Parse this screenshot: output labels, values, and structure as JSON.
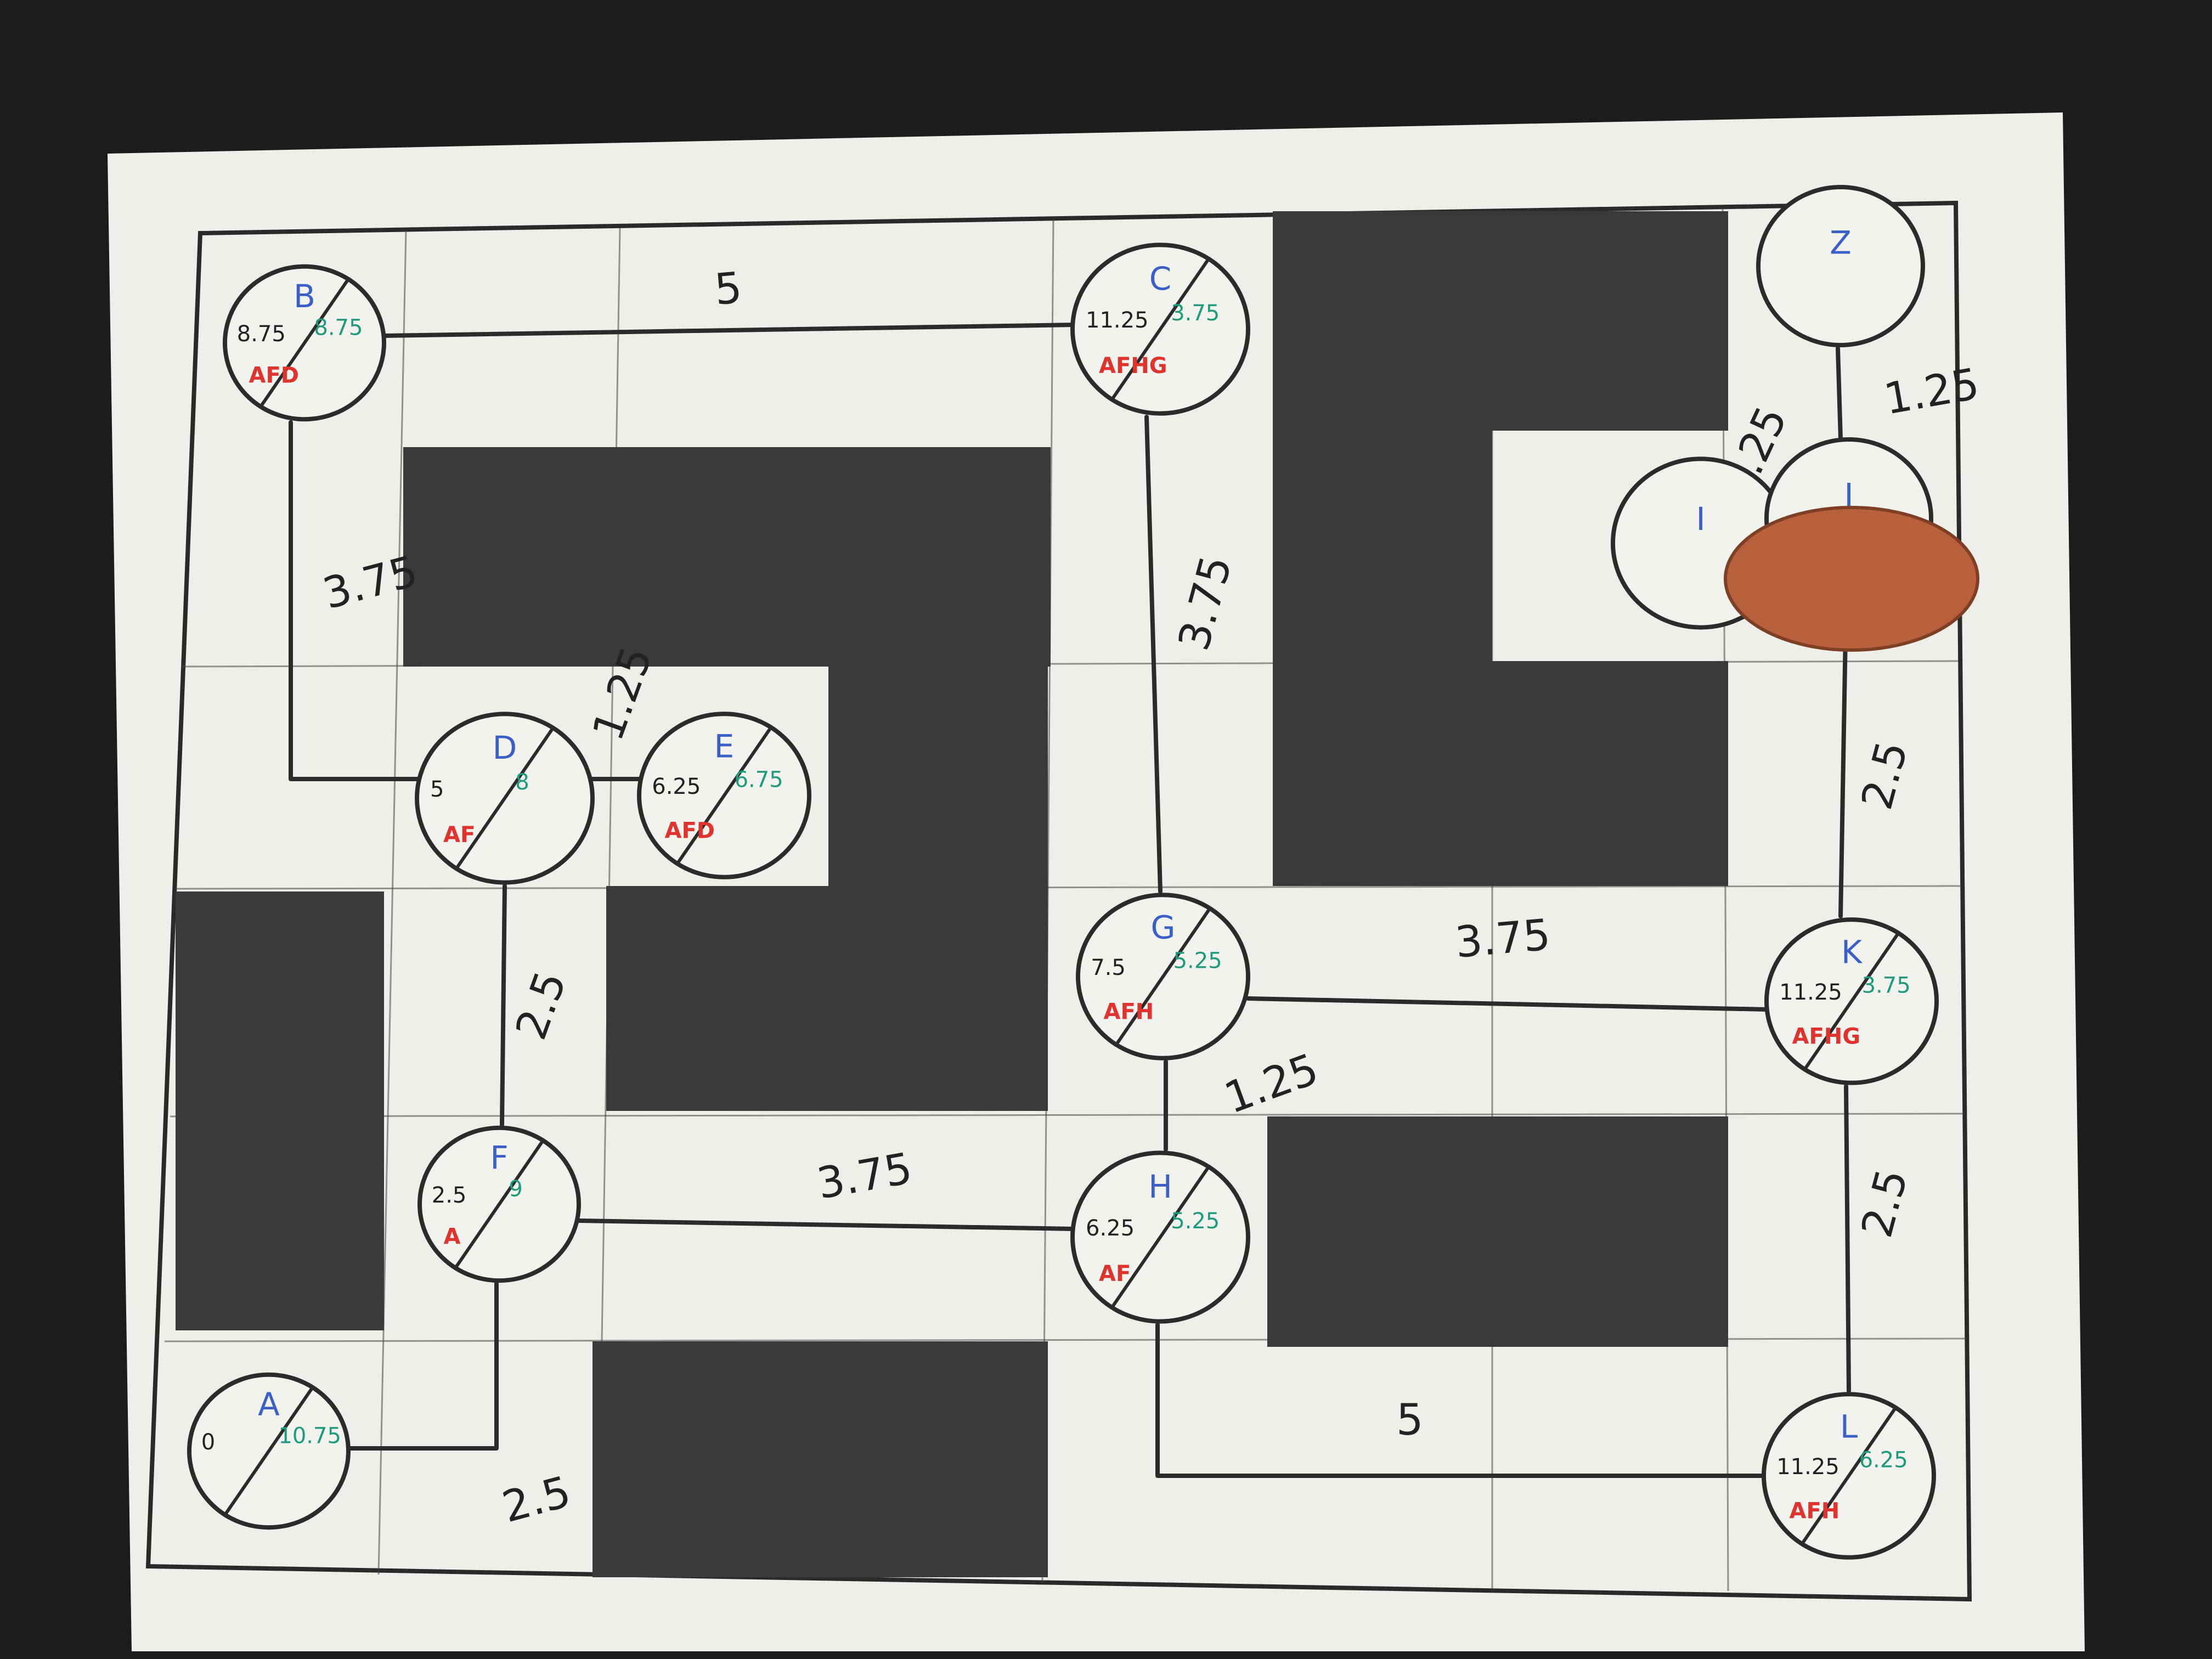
{
  "diagram": {
    "nodes": [
      {
        "id": "B",
        "name": "B",
        "g": "8.75",
        "h": "8.75",
        "path": "AFD"
      },
      {
        "id": "C",
        "name": "C",
        "g": "11.25",
        "h": "3.75",
        "path": "AFHG"
      },
      {
        "id": "Z",
        "name": "Z",
        "g": "",
        "h": "",
        "path": ""
      },
      {
        "id": "I",
        "name": "I",
        "g": "",
        "h": "",
        "path": ""
      },
      {
        "id": "J",
        "name": "J",
        "g": "",
        "h": "",
        "path": ""
      },
      {
        "id": "D",
        "name": "D",
        "g": "5",
        "h": "8",
        "path": "AF"
      },
      {
        "id": "E",
        "name": "E",
        "g": "6.25",
        "h": "6.75",
        "path": "AFD"
      },
      {
        "id": "G",
        "name": "G",
        "g": "7.5",
        "h": "5.25",
        "path": "AFH"
      },
      {
        "id": "K",
        "name": "K",
        "g": "11.25",
        "h": "3.75",
        "path": "AFHG"
      },
      {
        "id": "F",
        "name": "F",
        "g": "2.5",
        "h": "9",
        "path": "A"
      },
      {
        "id": "H",
        "name": "H",
        "g": "6.25",
        "h": "5.25",
        "path": "AF"
      },
      {
        "id": "A",
        "name": "A",
        "g": "0",
        "h": "10.75",
        "path": ""
      },
      {
        "id": "L",
        "name": "L",
        "g": "11.25",
        "h": "6.25",
        "path": "AFH"
      }
    ],
    "edges": [
      {
        "from": "B",
        "to": "C",
        "weight": "5"
      },
      {
        "from": "B",
        "to": "D",
        "weight": "3.75"
      },
      {
        "from": "C",
        "to": "G",
        "weight": "3.75"
      },
      {
        "from": "D",
        "to": "E",
        "weight": "1.25"
      },
      {
        "from": "D",
        "to": "F",
        "weight": "2.5"
      },
      {
        "from": "Z",
        "to": "J",
        "weight": "1.25"
      },
      {
        "from": "I",
        "to": "J",
        "weight": "1.25"
      },
      {
        "from": "J",
        "to": "K",
        "weight": "2.5"
      },
      {
        "from": "G",
        "to": "K",
        "weight": "3.75"
      },
      {
        "from": "G",
        "to": "H",
        "weight": "1.25"
      },
      {
        "from": "F",
        "to": "H",
        "weight": "3.75"
      },
      {
        "from": "A",
        "to": "F",
        "weight": "2.5"
      },
      {
        "from": "K",
        "to": "L",
        "weight": "2.5"
      },
      {
        "from": "H",
        "to": "L",
        "weight": "5"
      }
    ]
  },
  "colors": {
    "node_name": "#3a5fc8",
    "heuristic": "#1f9a7c",
    "path": "#e0332e",
    "coin": "#b8603c"
  }
}
